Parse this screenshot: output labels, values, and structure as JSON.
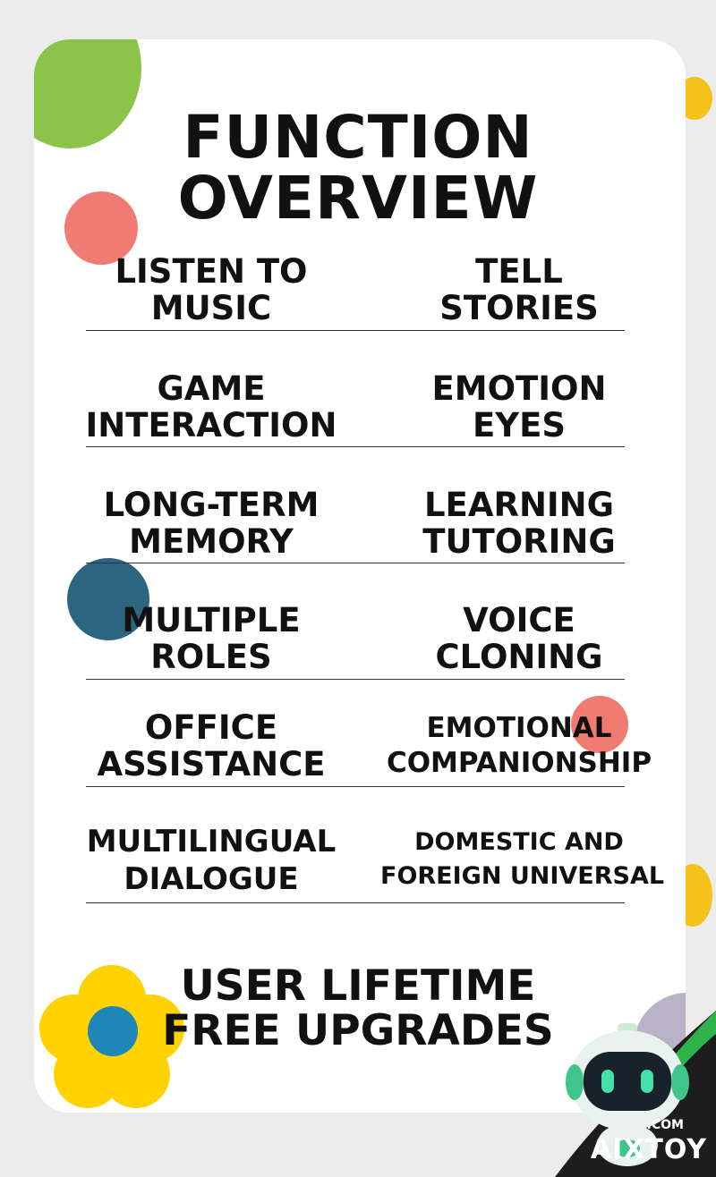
{
  "title": {
    "line1": "FUNCTION",
    "line2": "OVERVIEW"
  },
  "features": [
    {
      "left": [
        "LISTEN TO",
        "MUSIC"
      ],
      "right": [
        "TELL",
        "STORIES"
      ]
    },
    {
      "left": [
        "GAME",
        "INTERACTION"
      ],
      "right": [
        "EMOTION",
        "EYES"
      ]
    },
    {
      "left": [
        "LONG-TERM",
        "MEMORY"
      ],
      "right": [
        "LEARNING",
        "TUTORING"
      ]
    },
    {
      "left": [
        "MULTIPLE",
        "ROLES"
      ],
      "right": [
        "VOICE",
        "CLONING"
      ]
    },
    {
      "left": [
        "OFFICE",
        "ASSISTANCE"
      ],
      "right": [
        "EMOTIONAL",
        "COMPANIONSHIP"
      ]
    },
    {
      "left": [
        "MULTILINGUAL",
        "DIALOGUE"
      ],
      "right": [
        "DOMESTIC AND",
        "FOREIGN UNIVERSAL"
      ]
    }
  ],
  "footer": {
    "line1": "USER LIFETIME",
    "line2": "FREE UPGRADES"
  },
  "logo": {
    "suffix": ".COM",
    "brand": "AIXTOY"
  },
  "colors": {
    "green": "#8cc34a",
    "coral": "#f07b70",
    "teal": "#2b6580",
    "yellow": "#ffd200",
    "blue": "#1f86b8",
    "brand_green": "#2db34a"
  }
}
